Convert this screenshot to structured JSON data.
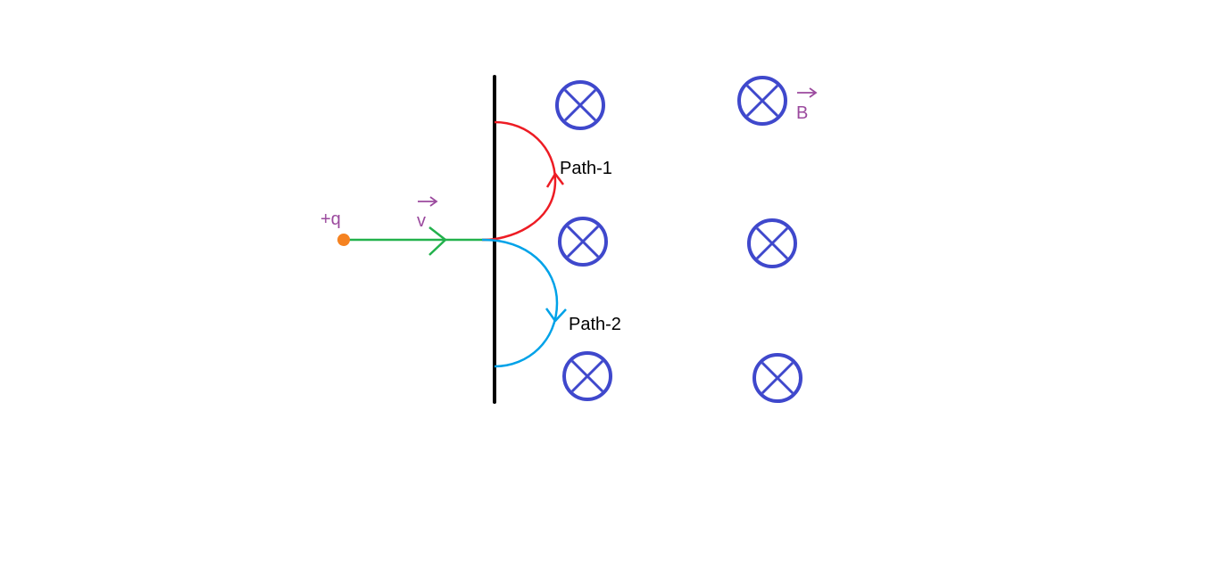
{
  "labels": {
    "charge": "+q",
    "velocity": "v",
    "field": "B",
    "path1": "Path-1",
    "path2": "Path-2"
  },
  "colors": {
    "boundary": "#000000",
    "charge_dot": "#f58220",
    "velocity_path": "#22b14c",
    "path1": "#ed1c24",
    "path2": "#00a2e8",
    "field_symbol": "#3f48cc",
    "vector_labels": "#9b4a9e",
    "path_labels": "#000000"
  },
  "icons": {
    "field_symbol": "circle-cross-icon",
    "vector_arrow": "right-arrow-icon"
  }
}
